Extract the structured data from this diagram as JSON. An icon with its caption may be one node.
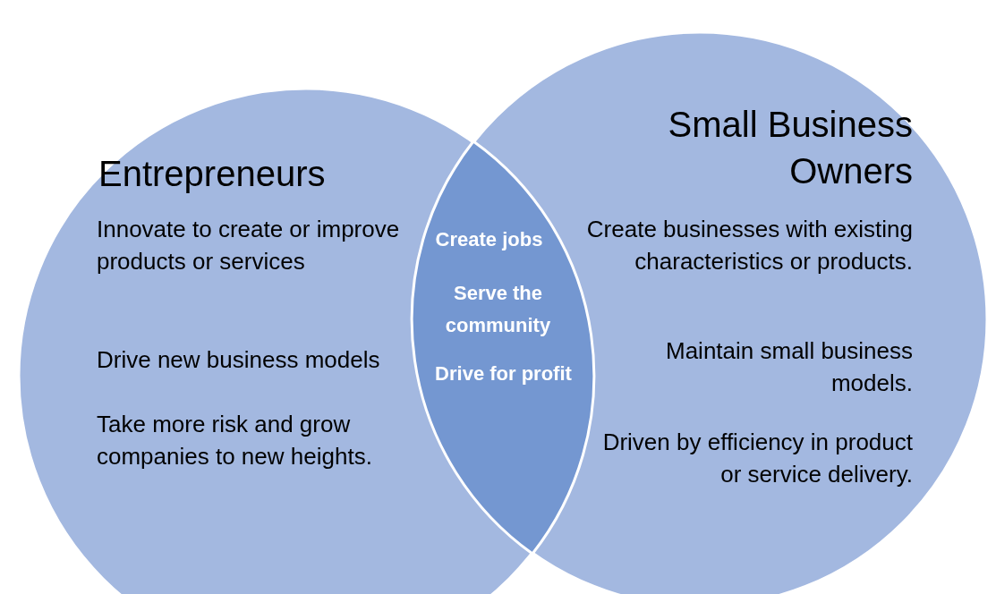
{
  "diagram": {
    "nodes": [
      {
        "text": [
          "Entrepreneurs",
          "Innovate to create or improve products or services",
          "Drive new business models",
          "Take more risk and grow companies to new heights."
        ]
      },
      {
        "text": [
          "Small Business Owners",
          "Create businesses with existing characteristics or products.",
          "Maintain small business models.",
          "Driven by efficiency in product or service delivery."
        ]
      },
      {
        "text": [
          "Create jobs",
          "Serve the community",
          "Drive for profit"
        ]
      }
    ]
  }
}
